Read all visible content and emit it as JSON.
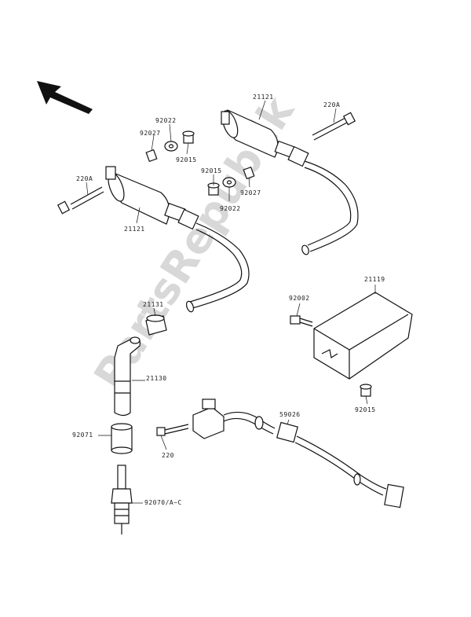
{
  "watermark": "PartsRepublik",
  "direction_arrow": {
    "icon": "direction-arrow-icon"
  },
  "parts": {
    "coil_upper": {
      "number": "21121"
    },
    "coil_lower": {
      "number": "21121"
    },
    "bolt_upper": {
      "number": "220A"
    },
    "bolt_lower": {
      "number": "220A"
    },
    "washer_a": {
      "number": "92022"
    },
    "washer_b": {
      "number": "92022"
    },
    "collar_a": {
      "number": "92027"
    },
    "collar_b": {
      "number": "92027"
    },
    "bushing_a": {
      "number": "92015"
    },
    "bushing_b": {
      "number": "92015"
    },
    "bushing_c": {
      "number": "92015"
    },
    "cap_seal": {
      "number": "21131"
    },
    "plug_cap": {
      "number": "21130"
    },
    "igniter": {
      "number": "21119"
    },
    "igniter_bolt": {
      "number": "92002"
    },
    "pulser_coil": {
      "number": "59026"
    },
    "pulser_bolt": {
      "number": "220"
    },
    "boot": {
      "number": "92071"
    },
    "spark_plug": {
      "number": "92070/A~C"
    }
  }
}
